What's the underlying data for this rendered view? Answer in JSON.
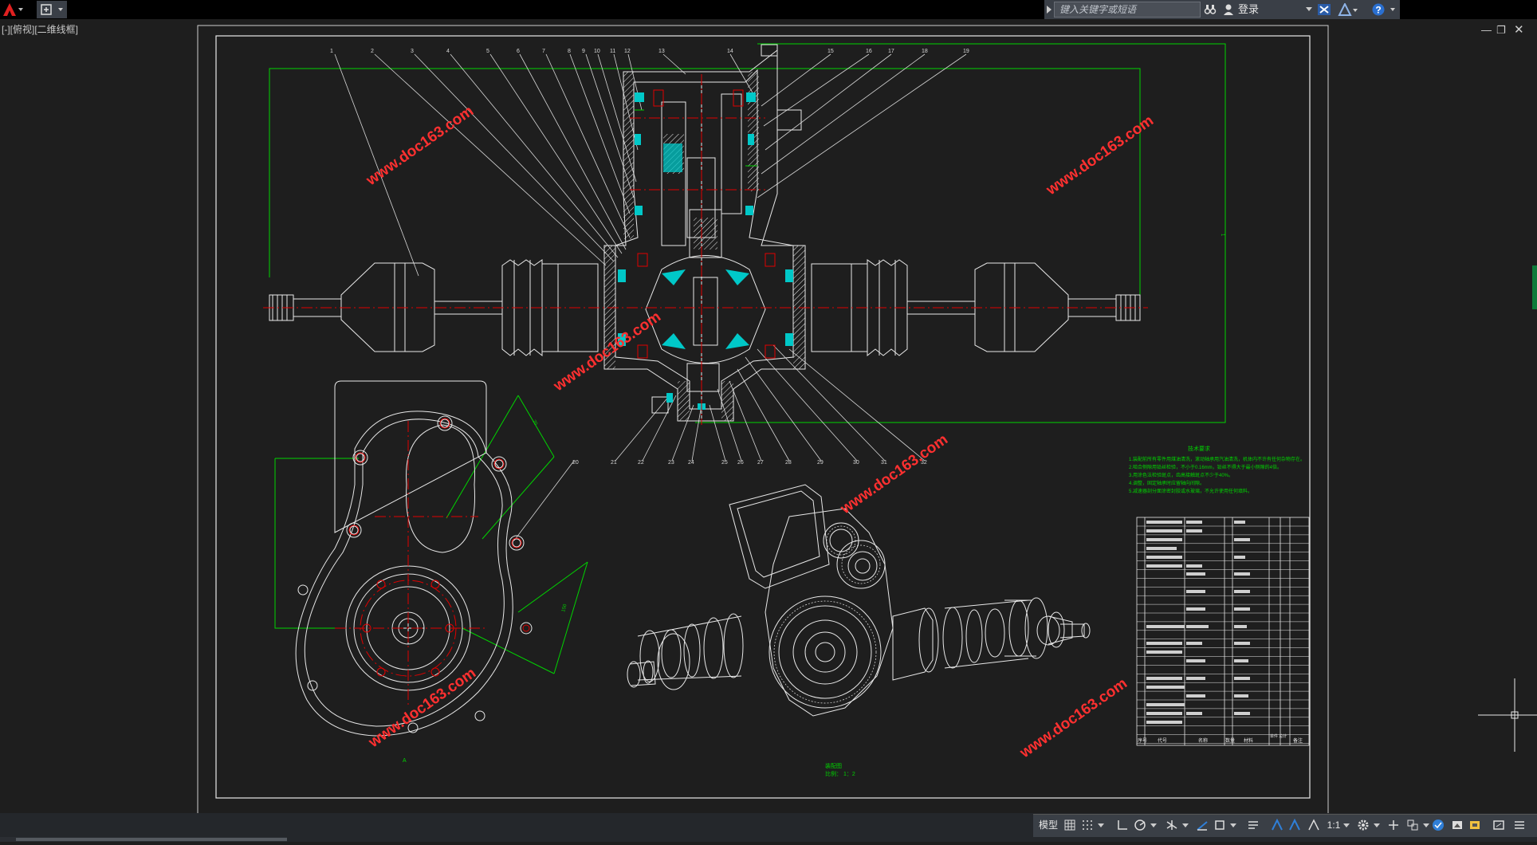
{
  "titlebar": {
    "search_placeholder": "键入关键字或短语",
    "login_label": "登录"
  },
  "viewport": {
    "label": "[-][俯视][二维线框]"
  },
  "drawing": {
    "watermark": "www.doc163.com",
    "tech_req_title": "技术要求",
    "tech_req_lines": [
      "1.装配前所有零件用煤油清洗，滚动轴承用汽油清洗，机体内不许有任何杂物存在。",
      "2.啮合侧隙用铅丝检验，不小于0.16mm，铅丝不得大于最小侧隙的4倍。",
      "3.用涂色法检验斑点，齿高接触斑点不少于40%。",
      "4.调整，固定轴承时应留轴向间隙。",
      "5.减速器剖分面涂密封胶或水玻璃，不允许使用任何填料。"
    ],
    "scale_title": "装配图",
    "scale_text": "比例： 1：2",
    "bom_header": [
      "序号",
      "代号",
      "名称",
      "数量",
      "材料",
      "单件 总计",
      "备注"
    ]
  },
  "statusbar": {
    "model_label": "模型",
    "scale_label": "1:1"
  },
  "colors": {
    "background": "#1e1e1e",
    "line_white": "#e8e8e8",
    "line_green": "#00d400",
    "line_red": "#e00000",
    "line_cyan": "#00c8c8",
    "watermark": "#ff3030",
    "accent_blue": "#2f7fd8"
  }
}
